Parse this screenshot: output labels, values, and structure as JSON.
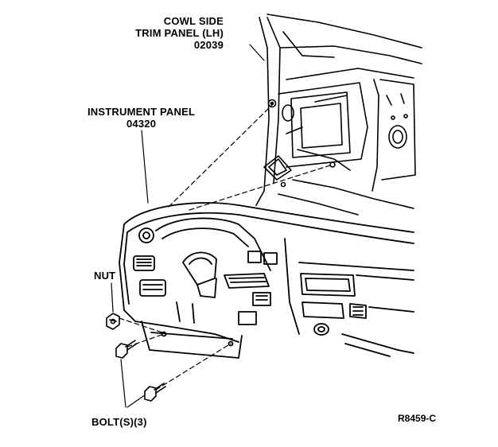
{
  "labels": {
    "cowl_side": {
      "line1": "COWL SIDE",
      "line2": "TRIM PANEL (LH)",
      "line3": "02039"
    },
    "instrument_panel": {
      "line1": "INSTRUMENT PANEL",
      "line2": "04320"
    },
    "nut": "NUT",
    "bolts": "BOLT(S)(3)",
    "figure_ref": "R8459-C"
  },
  "colors": {
    "ink": "#000000",
    "paper": "#ffffff"
  }
}
